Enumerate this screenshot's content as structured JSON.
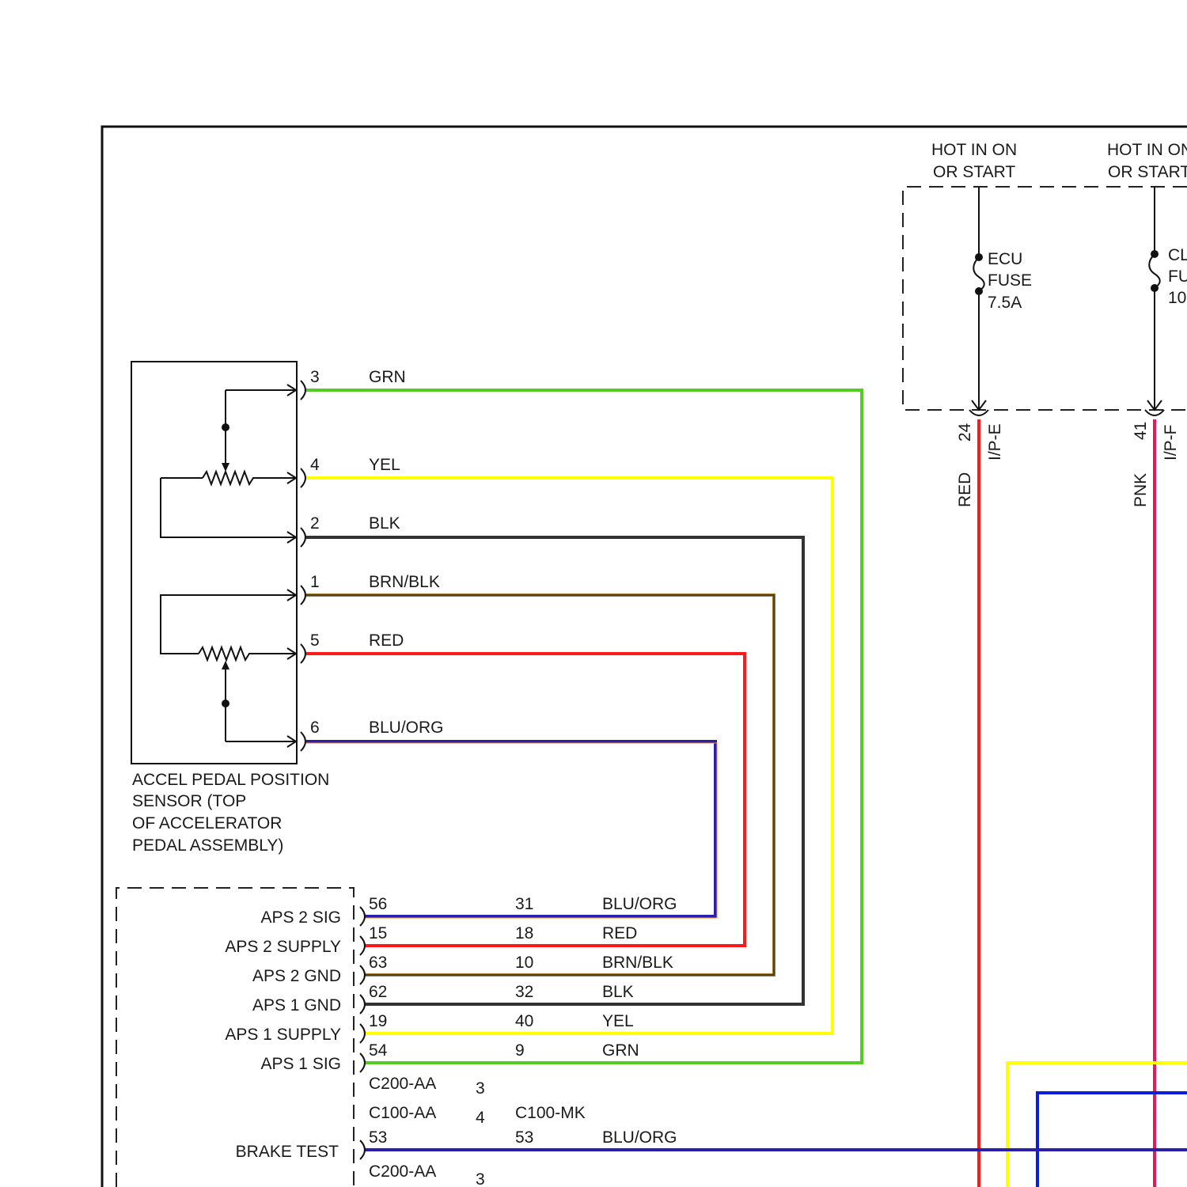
{
  "power": {
    "hot1_line1": "HOT IN ON",
    "hot1_line2": "OR START",
    "hot2_line1": "HOT IN ON",
    "hot2_line2": "OR START",
    "fuse1_l1": "ECU",
    "fuse1_l2": "FUSE",
    "fuse1_l3": "7.5A",
    "fuse2_l1": "CL",
    "fuse2_l2": "FU",
    "fuse2_l3": "10",
    "pin1": "24",
    "conn1": "I/P-E",
    "color1": "RED",
    "pin2": "41",
    "conn2": "I/P-F",
    "color2": "PNK"
  },
  "sensor": {
    "name_l1": "ACCEL PEDAL POSITION",
    "name_l2": "SENSOR (TOP",
    "name_l3": "OF ACCELERATOR",
    "name_l4": "PEDAL ASSEMBLY)",
    "pins": [
      {
        "pin": "3",
        "color": "GRN"
      },
      {
        "pin": "4",
        "color": "YEL"
      },
      {
        "pin": "2",
        "color": "BLK"
      },
      {
        "pin": "1",
        "color": "BRN/BLK"
      },
      {
        "pin": "5",
        "color": "RED"
      },
      {
        "pin": "6",
        "color": "BLU/ORG"
      }
    ]
  },
  "ecm": {
    "rows": [
      {
        "func": "APS 2 SIG",
        "pin": "56",
        "mid": "31",
        "color": "BLU/ORG"
      },
      {
        "func": "APS 2 SUPPLY",
        "pin": "15",
        "mid": "18",
        "color": "RED"
      },
      {
        "func": "APS 2 GND",
        "pin": "63",
        "mid": "10",
        "color": "BRN/BLK"
      },
      {
        "func": "APS 1 GND",
        "pin": "62",
        "mid": "32",
        "color": "BLK"
      },
      {
        "func": "APS 1 SUPPLY",
        "pin": "19",
        "mid": "40",
        "color": "YEL"
      },
      {
        "func": "APS 1 SIG",
        "pin": "54",
        "mid": "9",
        "color": "GRN"
      }
    ],
    "conn_a": "C200-AA",
    "conn_a_num": "3",
    "conn_b": "C100-AA",
    "conn_b_num": "4",
    "conn_c": "C100-MK",
    "brake_func": "BRAKE TEST",
    "brake_pin": "53",
    "brake_mid": "53",
    "brake_color": "BLU/ORG",
    "conn_d": "C200-AA",
    "conn_d_num": "3"
  },
  "colors": {
    "grn": "#55cc22",
    "yel": "#ffff00",
    "blk": "#333333",
    "brnblk": "#a0781e",
    "red": "#ff1a1a",
    "bluorg": "#2a1fa8",
    "pnk": "#e8195a",
    "blu": "#0a1ed8"
  }
}
